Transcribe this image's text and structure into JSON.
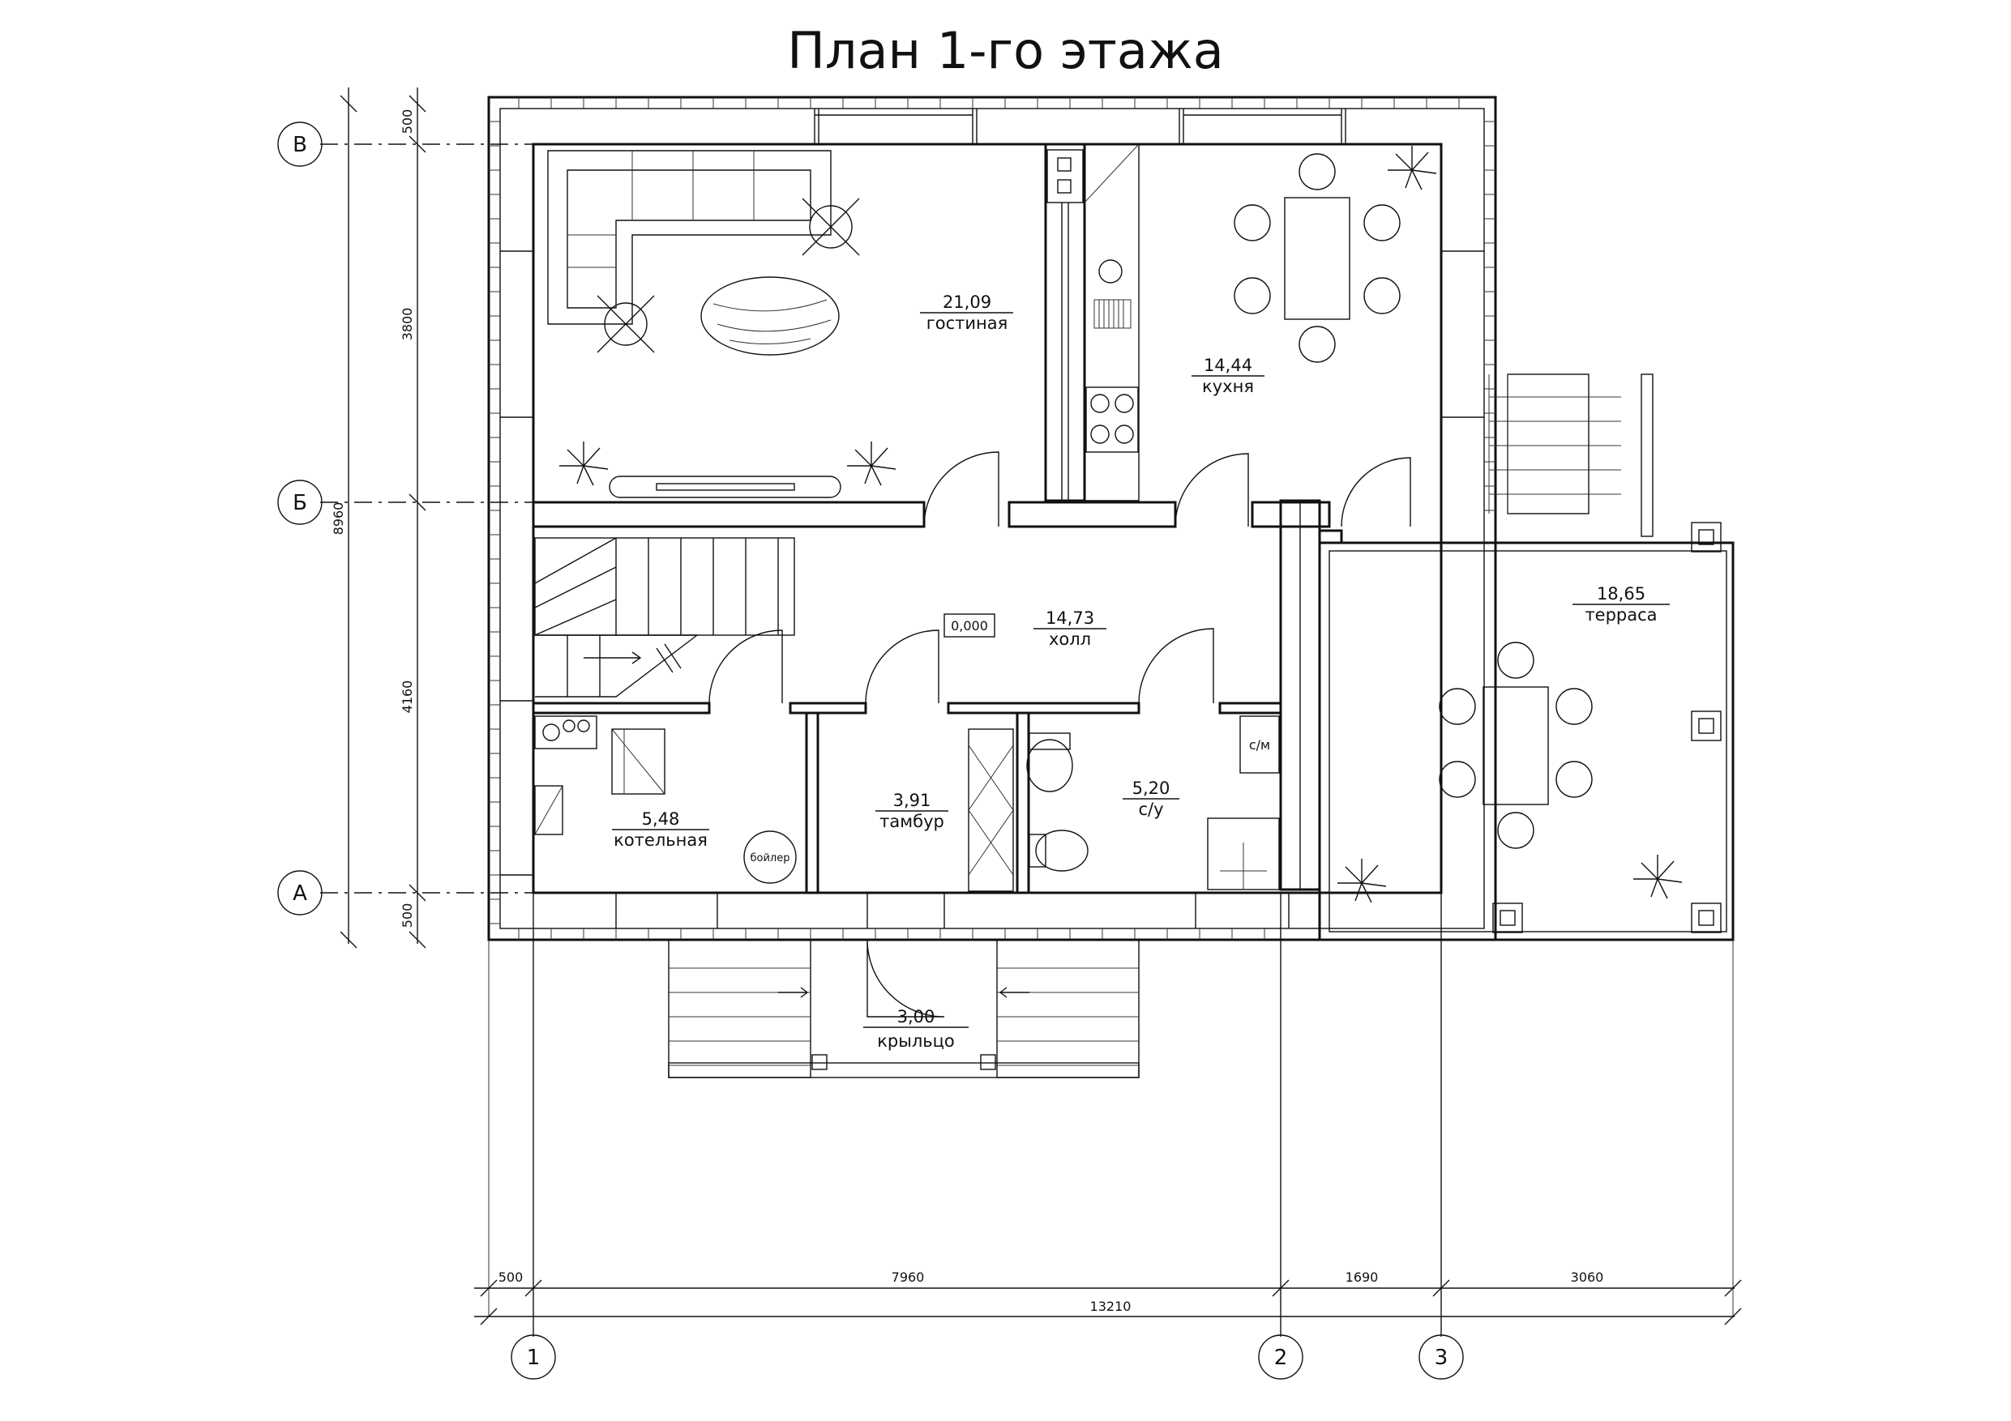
{
  "title": "План 1-го этажа",
  "rooms": {
    "living": {
      "area": "21,09",
      "name": "гостиная"
    },
    "kitchen": {
      "area": "14,44",
      "name": "кухня"
    },
    "hall": {
      "area": "14,73",
      "name": "холл"
    },
    "boiler": {
      "area": "5,48",
      "name": "котельная"
    },
    "vestibule": {
      "area": "3,91",
      "name": "тамбур"
    },
    "bathroom": {
      "area": "5,20",
      "name": "с/у"
    },
    "terrace": {
      "area": "18,65",
      "name": "терраса"
    },
    "porch": {
      "area": "3,00",
      "name": "крыльцо"
    }
  },
  "level_mark": "0,000",
  "labels": {
    "washer": "с/м",
    "boiler_unit": "бойлер"
  },
  "axes": {
    "rows": [
      "В",
      "Б",
      "А"
    ],
    "cols": [
      "1",
      "2",
      "3"
    ]
  },
  "dimensions": {
    "vertical": {
      "top": "500",
      "upper": "3800",
      "lower": "4160",
      "bottom": "500",
      "total": "8960"
    },
    "horizontal": {
      "left": "500",
      "main": "7960",
      "mid": "1690",
      "right": "3060",
      "total": "13210"
    }
  }
}
